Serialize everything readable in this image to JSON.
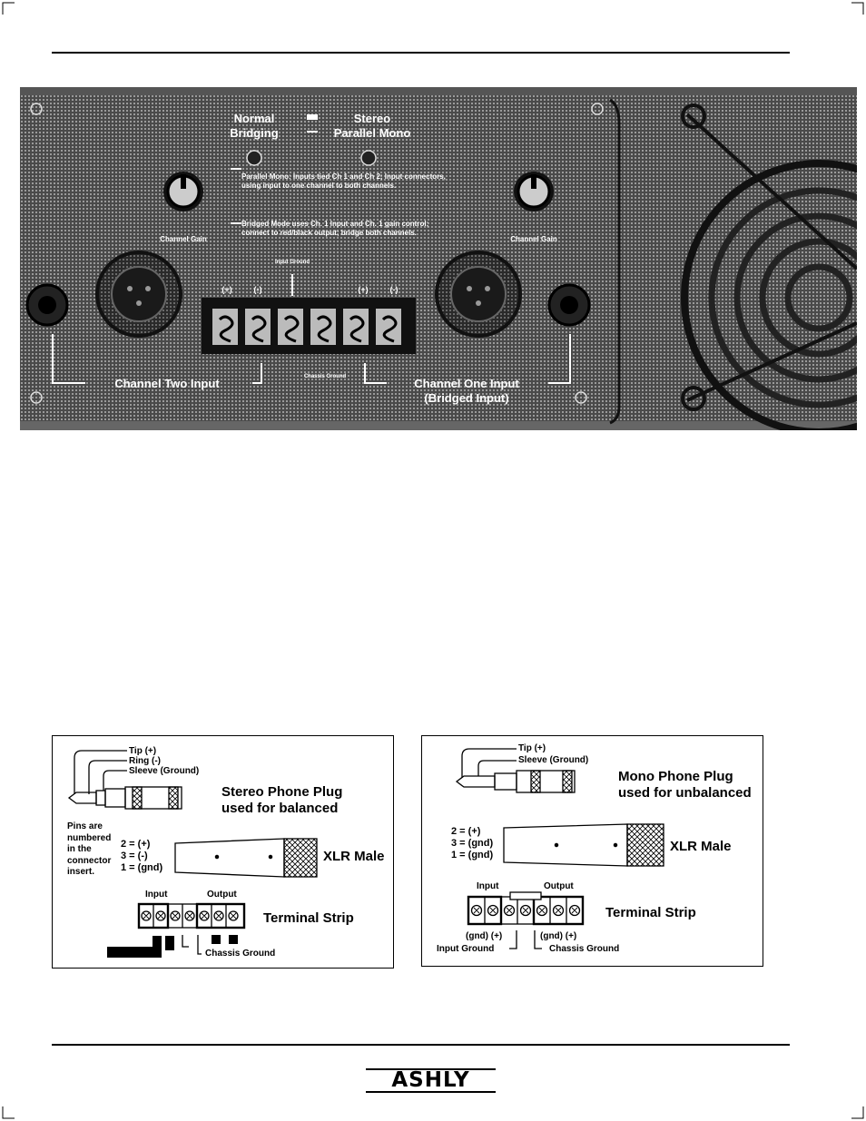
{
  "panel": {
    "mode_left_line1": "Normal",
    "mode_left_line2": "Bridging",
    "mode_right_line1": "Stereo",
    "mode_right_line2": "Parallel Mono",
    "gain_label": "Channel Gain",
    "note_parallel": "Parallel Mono: Inputs tied Ch 1 and Ch 2; Input connectors, using input to one channel to both channels.",
    "note_bridging": "Bridged Mode uses Ch. 1 Input and Ch. 1 gain control; connect to red/black output; bridge both channels.",
    "chassis_ground_top": "Input Ground",
    "chassis_ground_bottom": "Chassis Ground",
    "term_labels": [
      "(+)",
      "(-)",
      "(+)",
      "(-)"
    ],
    "channel_two_input": "Channel Two Input",
    "channel_one_input": "Channel One Input",
    "channel_one_sub": "(Bridged Input)"
  },
  "diagram_left": {
    "tip": "Tip (+)",
    "ring": "Ring (-)",
    "sleeve": "Sleeve (Ground)",
    "plug_title_1": "Stereo Phone Plug",
    "plug_title_2": "used for balanced",
    "pins_note": [
      "Pins are",
      "numbered",
      "in the",
      "connector",
      "insert."
    ],
    "pins": [
      "2 = (+)",
      "3 = (-)",
      "1 = (gnd)"
    ],
    "xlr_label": "XLR Male",
    "input_label": "Input",
    "output_label": "Output",
    "strip_label": "Terminal Strip",
    "chassis_ground": "Chassis Ground"
  },
  "diagram_right": {
    "tip": "Tip (+)",
    "sleeve": "Sleeve (Ground)",
    "plug_title_1": "Mono Phone Plug",
    "plug_title_2": "used for unbalanced",
    "pins": [
      "2 = (+)",
      "3 = (gnd)",
      "1 = (gnd)"
    ],
    "xlr_label": "XLR Male",
    "input_label": "Input",
    "output_label": "Output",
    "strip_label": "Terminal Strip",
    "input_terms": "(gnd) (+)",
    "output_terms": "(gnd) (+)",
    "input_ground": "Input Ground",
    "chassis_ground": "Chassis Ground"
  },
  "footer": {
    "logo": "ASHLY"
  }
}
